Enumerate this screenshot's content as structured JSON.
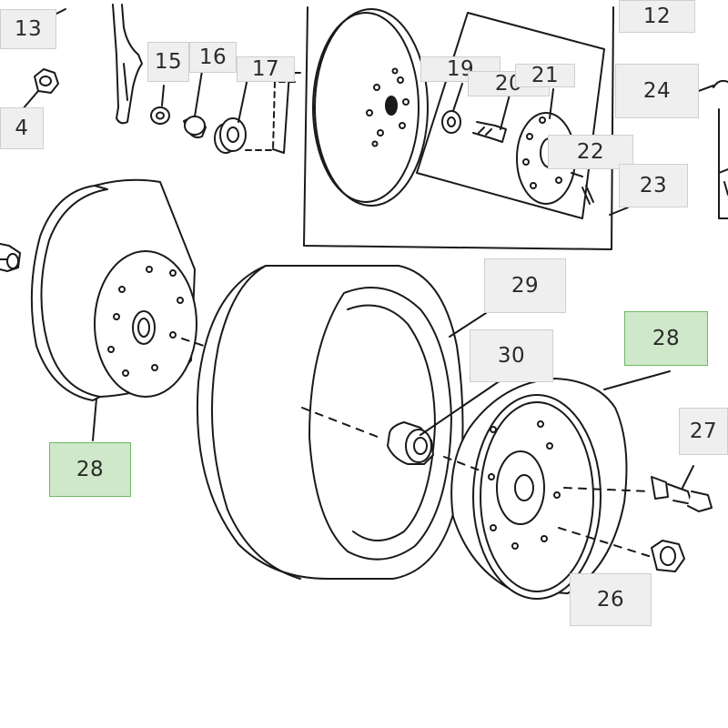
{
  "diagram": {
    "callouts": {
      "c12": "12",
      "c13": "13",
      "c14": "4",
      "c15": "15",
      "c16": "16",
      "c17": "17",
      "c19": "19",
      "c20": "20",
      "c21": "21",
      "c22": "22",
      "c23": "23",
      "c24": "24",
      "c26": "26",
      "c27": "27",
      "c28_left": "28",
      "c28_right": "28",
      "c29": "29",
      "c30": "30"
    },
    "colors": {
      "line": "#1a1a1a",
      "callout_bg": "#efefef",
      "highlight_bg": "#cfe8c9",
      "highlight_border": "#6fb765"
    }
  }
}
